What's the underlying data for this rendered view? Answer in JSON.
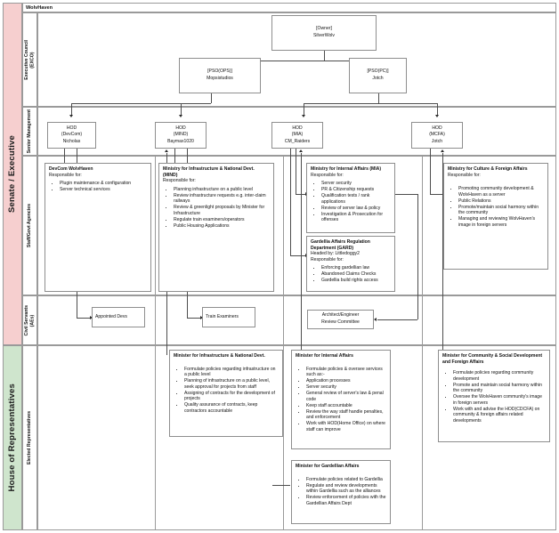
{
  "diagram": {
    "title": "WolvHaven",
    "type": "org-chart",
    "pools": [
      {
        "id": "senate",
        "label": "Senate / Executive",
        "color": "#f6cfcf"
      },
      {
        "id": "house",
        "label": "House of Representatives",
        "color": "#cfe5cd"
      }
    ],
    "lanes": [
      {
        "id": "exco",
        "label": "Executive Council\n(EXCO)"
      },
      {
        "id": "senior",
        "label": "Senior Management"
      },
      {
        "id": "staff",
        "label": "Staff/Govt Agencies"
      },
      {
        "id": "civil",
        "label": "Civil Servants\n(AEs)"
      },
      {
        "id": "elected",
        "label": "Elected Representatives"
      }
    ]
  },
  "nodes": {
    "owner": {
      "line1": "[Owner]",
      "line2": "SilverWolv"
    },
    "pso_ops": {
      "line1": "[PSO(OPS)]",
      "line2": "Mopsistudios"
    },
    "pso_pc": {
      "line1": "[PSO(PC)]",
      "line2": "Jotch"
    },
    "hod_devcom": {
      "line1": "HOD",
      "line2": "(DevCom)",
      "line3": "Nicholas"
    },
    "hod_mind": {
      "line1": "HOD",
      "line2": "(MIND)",
      "line3": "Baymax1020"
    },
    "hod_mia": {
      "line1": "HOD",
      "line2": "(MIA)",
      "line3": "CM_Raiders"
    },
    "hod_mcfa": {
      "line1": "HOD",
      "line2": "(MCFA)",
      "line3": "Jotch"
    },
    "devcom": {
      "title": "DevCom WolvHaven",
      "subtitle": "Responsible for:",
      "items": [
        "Plugin maintenance & configuration",
        "Server technical services"
      ]
    },
    "mind": {
      "title": "Ministry for Infrastructure & National Devt. (MIND)",
      "subtitle": "Responsible for:",
      "items": [
        "Planning infrastructure on a public level",
        "Review infrastructure requests e.g. inter-claim railways",
        "Review & greenlight proposals by Minister for Infrastructure",
        "Regulate train examiners/operators",
        "Public Housing Applications"
      ]
    },
    "mia": {
      "title": "Ministry for Internal Affairs (MIA)",
      "subtitle": "Responsible for:",
      "items": [
        "Server security",
        "PR & Citizenship requests",
        "Qualification tests / rank applications",
        "Review of server law & policy",
        "Investigation & Prosecution for offenses"
      ]
    },
    "gard": {
      "title": "Gardellia Affairs Regulation Department (GARD)",
      "subtitle": "Headed by: Littledoggy2",
      "subtitle2": "Responsible for:",
      "items": [
        "Enforcing gardellian law",
        "Abandoned Claims Checks",
        "Gardellia build rights access"
      ]
    },
    "mcfa": {
      "title": "Ministry for Culture & Foreign Affairs",
      "subtitle": "Responsible for:",
      "items": [
        "Promoting community development & WolvHaven as a server",
        "Public Relations",
        "Promote/maintain social harmony within the community",
        "Managing and reviewing WolvHaven's image in foreign servers"
      ]
    },
    "appointed_devs": {
      "label": "Appointed Devs"
    },
    "train_examiners": {
      "label": "Train Examiners"
    },
    "architect_committee": {
      "line1": "Architect/Engineer",
      "line2": "Review Committee"
    },
    "min_infra": {
      "title": "Minister for Infrastructure & National Devt.",
      "items": [
        "Formulate policies regarding infrastructure on a public level",
        "Planning of infrastructure on a public level, seek approval for projects from staff",
        "Assigning of contracts for the development of projects",
        "Quality assurance of contracts, keep contractors accountable"
      ]
    },
    "min_internal": {
      "title": "Minister for Internal Affairs",
      "items": [
        "Formulate policies & oversee services such as:-",
        "Application processes",
        "Server security",
        "General review of server's law & penal code",
        "Keep staff accountable",
        "Review the way staff handle penalties, and enforcement",
        "Work with HOD(Home Office) on where staff can improve"
      ]
    },
    "min_gardellian": {
      "title": "Minister for Gardellian Affairs",
      "items": [
        "Formulate policies related to Gardellia",
        "Regulate and review developments within Gardellia such as the alliances",
        "Review enforcement of policies with the Gardellian Affairs Dept"
      ]
    },
    "min_community": {
      "title": "Minister for Community & Social Development and Foreign Affairs",
      "items": [
        "Formulate policies regarding community development",
        "Promote and maintain social harmony within the community",
        "Oversee the WolvHaven community's image in foreign servers",
        "Work with and advise the HOD(CDCFA) on community & foreign affairs related developments"
      ]
    }
  }
}
